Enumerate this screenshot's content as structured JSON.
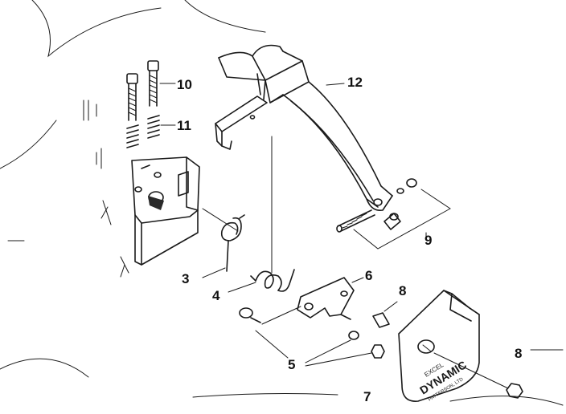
{
  "callouts": {
    "c3": "3",
    "c4": "4",
    "c5": "5",
    "c6": "6",
    "c7": "7",
    "c8a": "8",
    "c8b": "8",
    "c9": "9",
    "c10": "10",
    "c11": "11",
    "c12": "12"
  },
  "plate_text": {
    "line1": "EXCEL",
    "line2": "DYNAMIC",
    "line3": "PATTERSON, LTD"
  }
}
